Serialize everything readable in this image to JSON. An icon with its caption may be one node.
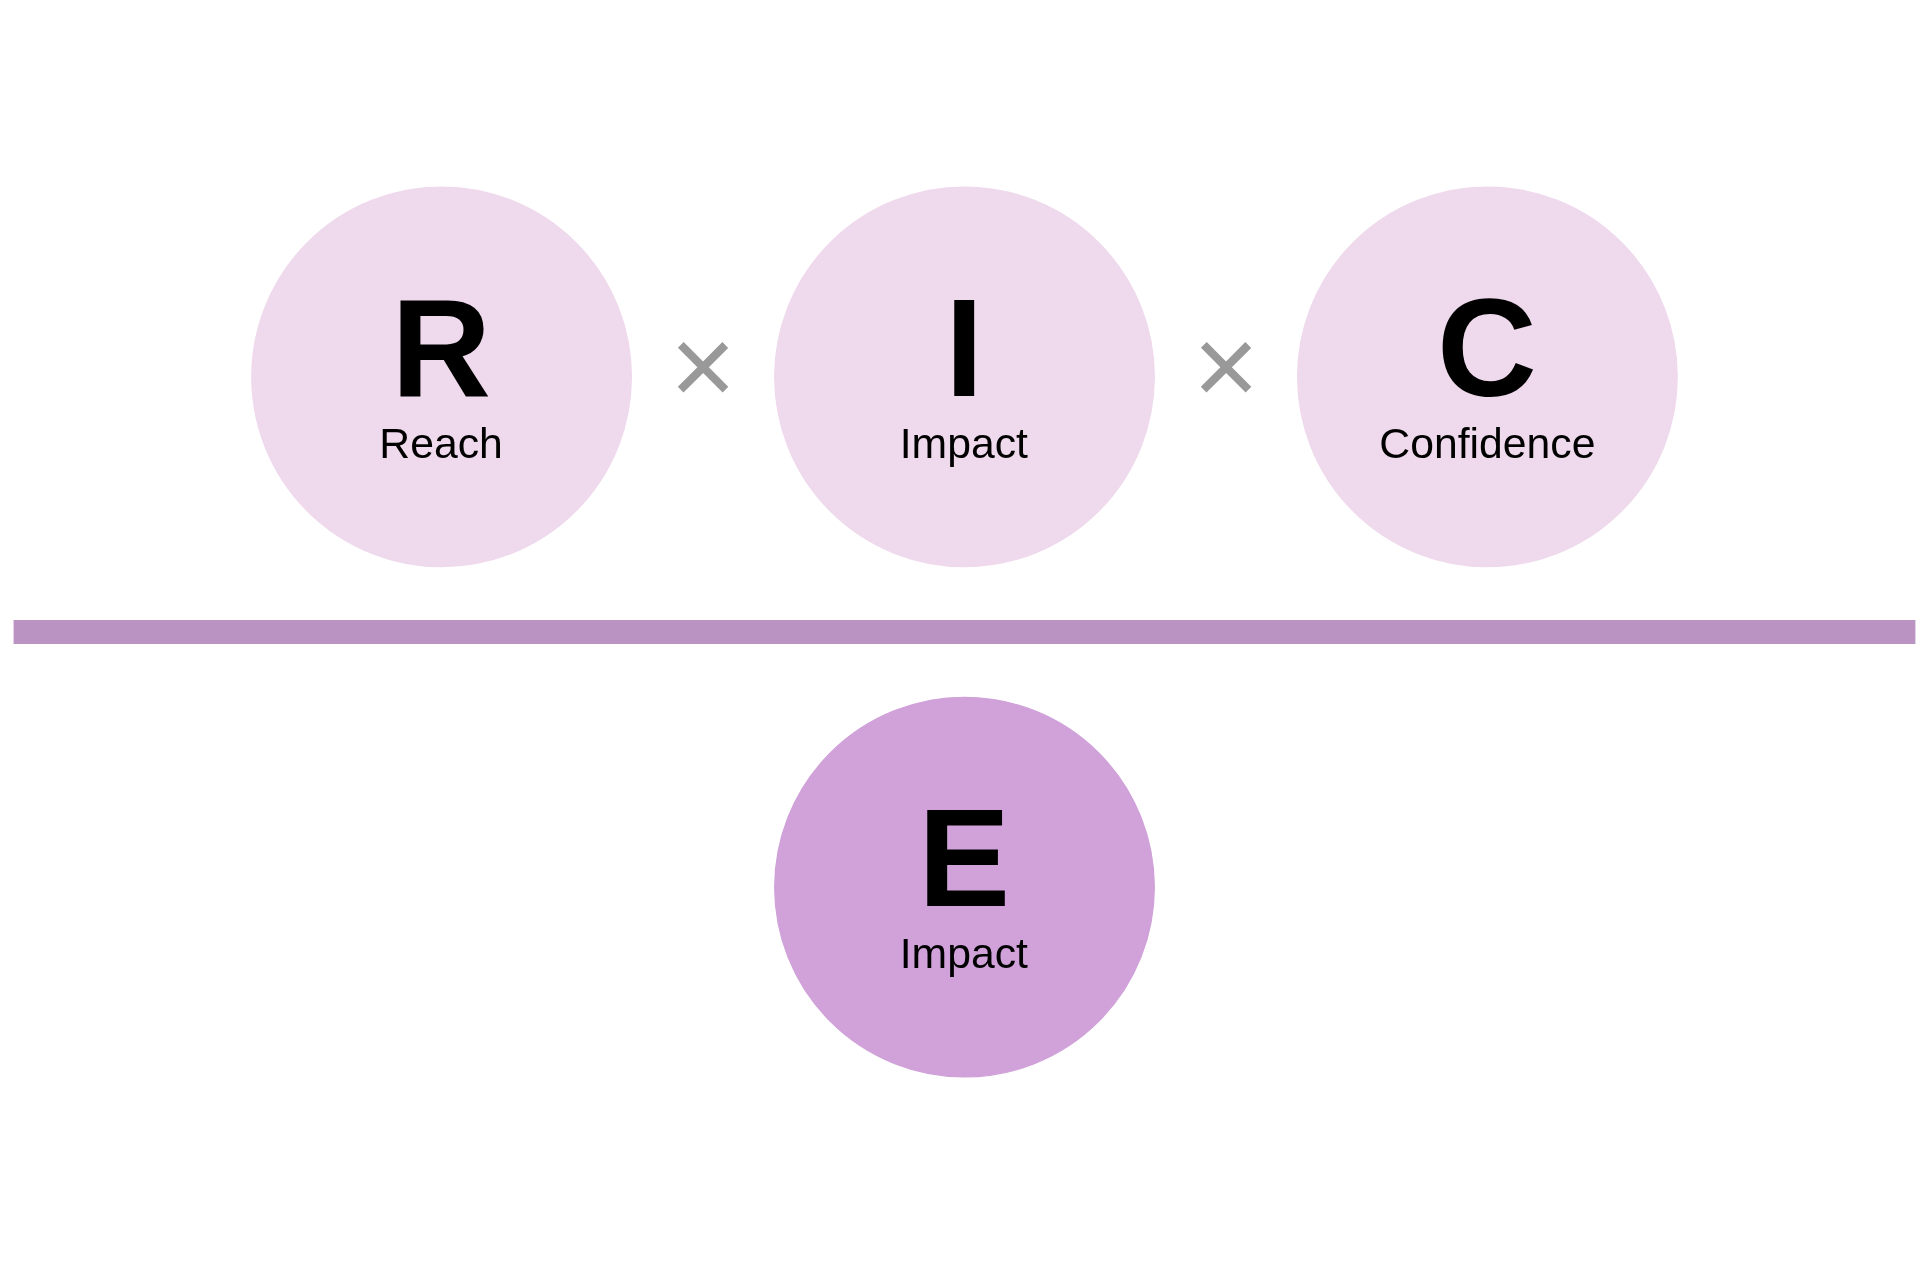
{
  "diagram": {
    "nodes": [
      {
        "text": [
          "R",
          "Reach"
        ]
      },
      {
        "text": [
          "I",
          "Impact"
        ]
      },
      {
        "text": [
          "C",
          "Confidence"
        ]
      },
      {
        "text": [
          "E",
          "Impact"
        ]
      }
    ],
    "labels": [
      "×",
      "×"
    ]
  }
}
